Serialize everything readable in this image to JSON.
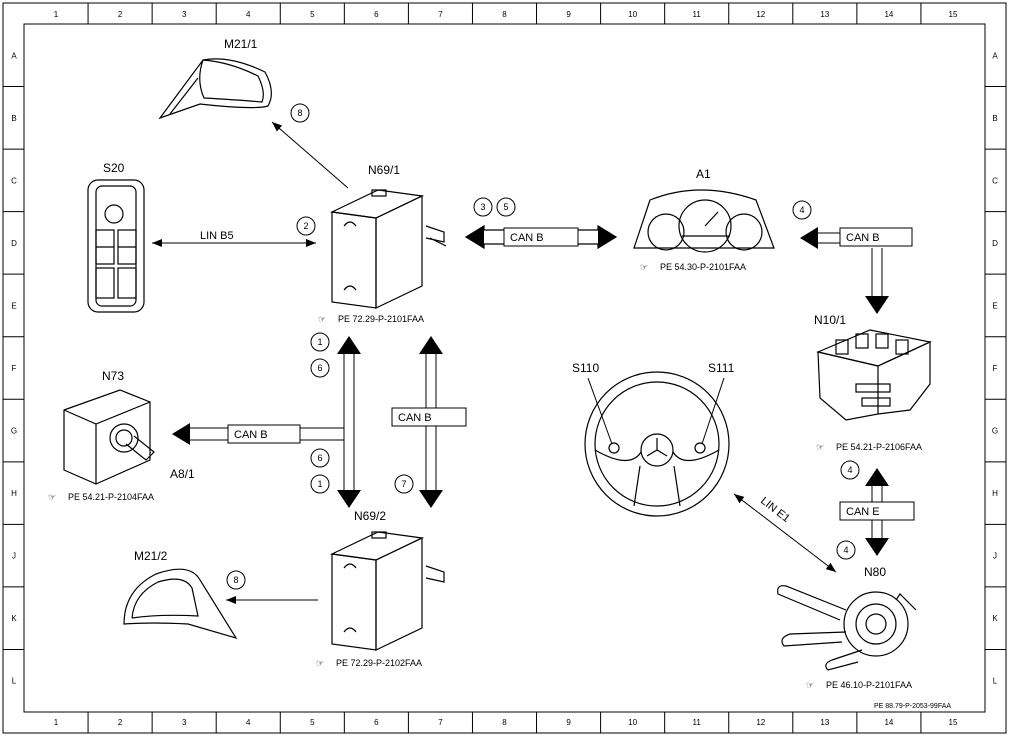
{
  "grid": {
    "columns": [
      "1",
      "2",
      "3",
      "4",
      "5",
      "6",
      "7",
      "8",
      "9",
      "10",
      "11",
      "12",
      "13",
      "14",
      "15"
    ],
    "rows": [
      "A",
      "B",
      "C",
      "D",
      "E",
      "F",
      "G",
      "H",
      "J",
      "K",
      "L"
    ]
  },
  "components": {
    "m21_1": "M21/1",
    "s20": "S20",
    "n69_1": "N69/1",
    "a1": "A1",
    "n10_1": "N10/1",
    "n73": "N73",
    "a8_1": "A8/1",
    "s110": "S110",
    "s111": "S111",
    "n69_2": "N69/2",
    "m21_2": "M21/2",
    "n80": "N80"
  },
  "references": {
    "n69_1": "PE 72.29-P-2101FAA",
    "a1": "PE 54.30-P-2101FAA",
    "n10_1": "PE 54.21-P-2106FAA",
    "n73": "PE 54.21-P-2104FAA",
    "n69_2": "PE 72.29-P-2102FAA",
    "n80": "PE 46.10-P-2101FAA"
  },
  "buses": {
    "lin_b5": "LIN B5",
    "can_b_center": "CAN B",
    "can_b_right": "CAN B",
    "can_b_n73": "CAN B",
    "can_b_vertical": "CAN B",
    "can_e": "CAN E",
    "lin_e1": "LIN E1"
  },
  "markers": {
    "m8_top": "8",
    "m2": "2",
    "m3": "3",
    "m5": "5",
    "m4_a1": "4",
    "m1_top": "1",
    "m6_top": "6",
    "m6_bot": "6",
    "m1_bot": "1",
    "m7": "7",
    "m8_bot": "8",
    "m4_n10": "4",
    "m4_n80": "4"
  },
  "footer": "PE 88.79-P-2053-99FAA"
}
